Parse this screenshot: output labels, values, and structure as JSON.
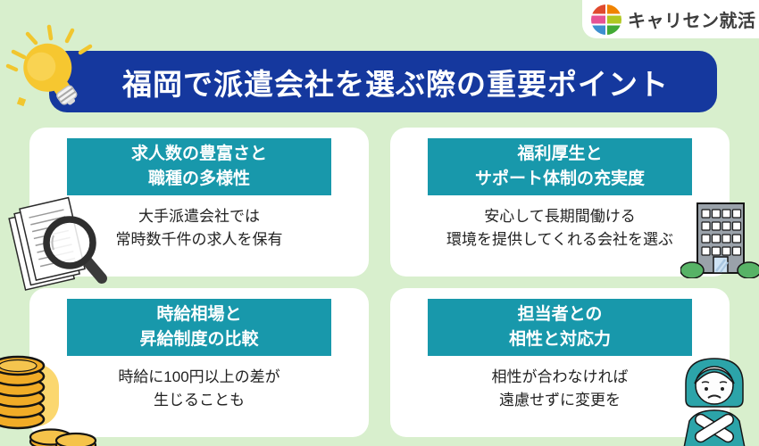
{
  "page": {
    "background_color": "#d8efcd"
  },
  "logo": {
    "text": "キャリセン就活",
    "icon": "carisen-logo-icon",
    "segment_colors": {
      "top_left": "#e04a2f",
      "top_right": "#f08300",
      "mid_left": "#e75294",
      "mid_right": "#b0c821",
      "bottom_left": "#3d8fd0",
      "bottom_right": "#43aa35"
    }
  },
  "banner": {
    "title": "福岡で派遣会社を選ぶ際の重要ポイント",
    "bg_color": "#15389e",
    "text_color": "#ffffff",
    "icon": "lightbulb-icon"
  },
  "cards": [
    {
      "header_line1": "求人数の豊富さと",
      "header_line2": "職種の多様性",
      "body_line1": "大手派遣会社では",
      "body_line2": "常時数千件の求人を保有",
      "illustration": "magnifier-documents-icon"
    },
    {
      "header_line1": "福利厚生と",
      "header_line2": "サポート体制の充実度",
      "body_line1": "安心して長期間働ける",
      "body_line2": "環境を提供してくれる会社を選ぶ",
      "illustration": "office-building-icon"
    },
    {
      "header_line1": "時給相場と",
      "header_line2": "昇給制度の比較",
      "body_line1": "時給に100円以上の差が",
      "body_line2": "生じることも",
      "illustration": "coins-icon"
    },
    {
      "header_line1": "担当者との",
      "header_line2": "相性と対応力",
      "body_line1": "相性が合わなければ",
      "body_line2": "遠慮せずに変更を",
      "illustration": "person-declining-icon"
    }
  ],
  "colors": {
    "card_header_bg": "#1898ab",
    "card_bg": "#ffffff",
    "banner_bg": "#15389e",
    "background": "#d8efcd"
  }
}
